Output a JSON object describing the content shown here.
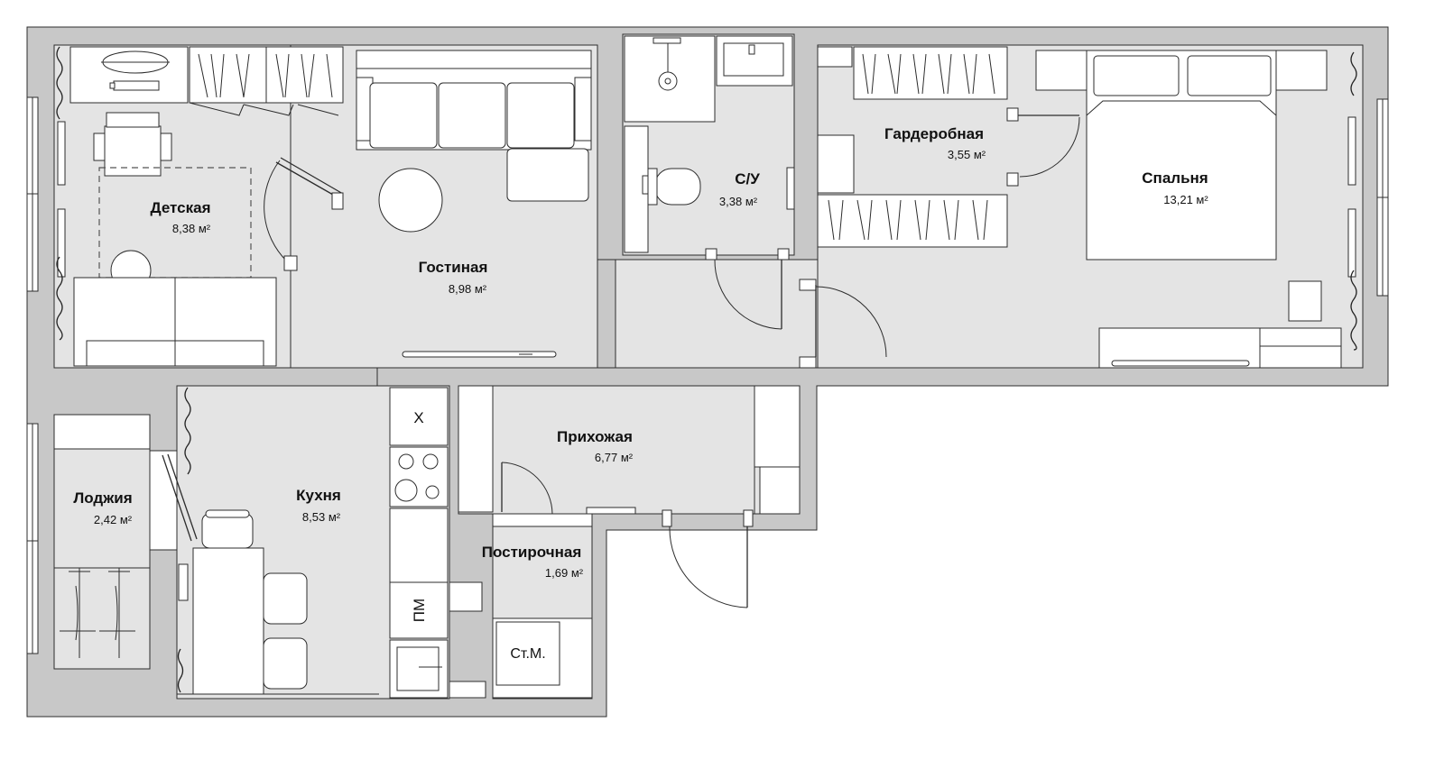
{
  "colors": {
    "wall": "#c8c8c8",
    "floor": "#e4e4e4",
    "outline": "#2c2c2c",
    "furniture": "#ffffff",
    "text": "#111111"
  },
  "rooms": {
    "detskaya": {
      "name": "Детская",
      "area": "8,38 м²"
    },
    "gostinaya": {
      "name": "Гостиная",
      "area": "8,98 м²"
    },
    "su": {
      "name": "С/У",
      "area": "3,38 м²"
    },
    "garderobnaya": {
      "name": "Гардеробная",
      "area": "3,55 м²"
    },
    "spalnya": {
      "name": "Спальня",
      "area": "13,21 м²"
    },
    "lodzhiya": {
      "name": "Лоджия",
      "area": "2,42 м²"
    },
    "kukhnya": {
      "name": "Кухня",
      "area": "8,53 м²"
    },
    "prikhozhaya": {
      "name": "Прихожая",
      "area": "6,77 м²"
    },
    "postirochnaya": {
      "name": "Постирочная",
      "area": "1,69 м²"
    }
  },
  "symbols": {
    "fridge": "Х",
    "dishwasher": "ПМ",
    "washer": "Ст.М."
  }
}
